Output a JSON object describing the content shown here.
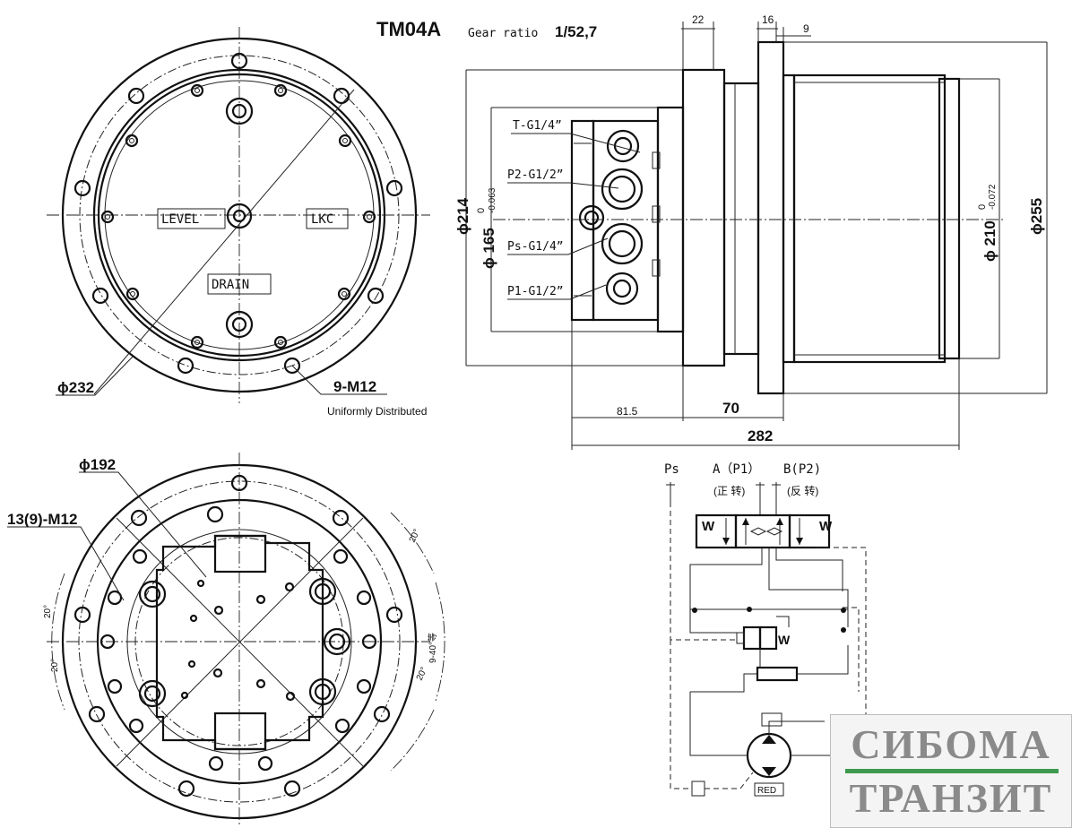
{
  "title": {
    "model": "TM04A",
    "gear_ratio_label": "Gear ratio",
    "gear_ratio_value": "1/52,7"
  },
  "front_view": {
    "plate_labels": [
      "LEVEL",
      "LKC",
      "DRAIN"
    ],
    "dia_outer": "ϕ232",
    "bolts": "9-M12",
    "bolts_note": "Uniformly Distributed"
  },
  "side_view": {
    "dims_top": [
      "22",
      "16",
      "9"
    ],
    "dia_214": "ϕ214",
    "dia_165": "ϕ 165",
    "dia_165_tol": "-0.063",
    "dia_210": "ϕ 210",
    "dia_210_tol": "-0.072",
    "tol_zero": "0",
    "dia_255": "ϕ255",
    "ports": [
      "T-G1/4”",
      "P2-G1/2”",
      "Ps-G1/4”",
      "P1-G1/2”"
    ],
    "len_81_5": "81.5",
    "len_70": "70",
    "len_282": "282"
  },
  "bottom_view": {
    "dia_192": "ϕ192",
    "bolts": "13(9)-M12",
    "angle_20": "20°",
    "angle_9x40": "9-40°等"
  },
  "schematic": {
    "port_ps": "Ps",
    "port_a": "A（P1）",
    "port_b": "B(P2)",
    "dir_fwd": "(正 转)",
    "dir_rev": "(反 转)",
    "spring": "W",
    "red_label": "RED"
  },
  "watermark": {
    "line1": "СИБОМА",
    "line2": "ТРАНЗИТ",
    "bar_color": "#3e9a4e",
    "text_color": "#8a8a8a"
  }
}
